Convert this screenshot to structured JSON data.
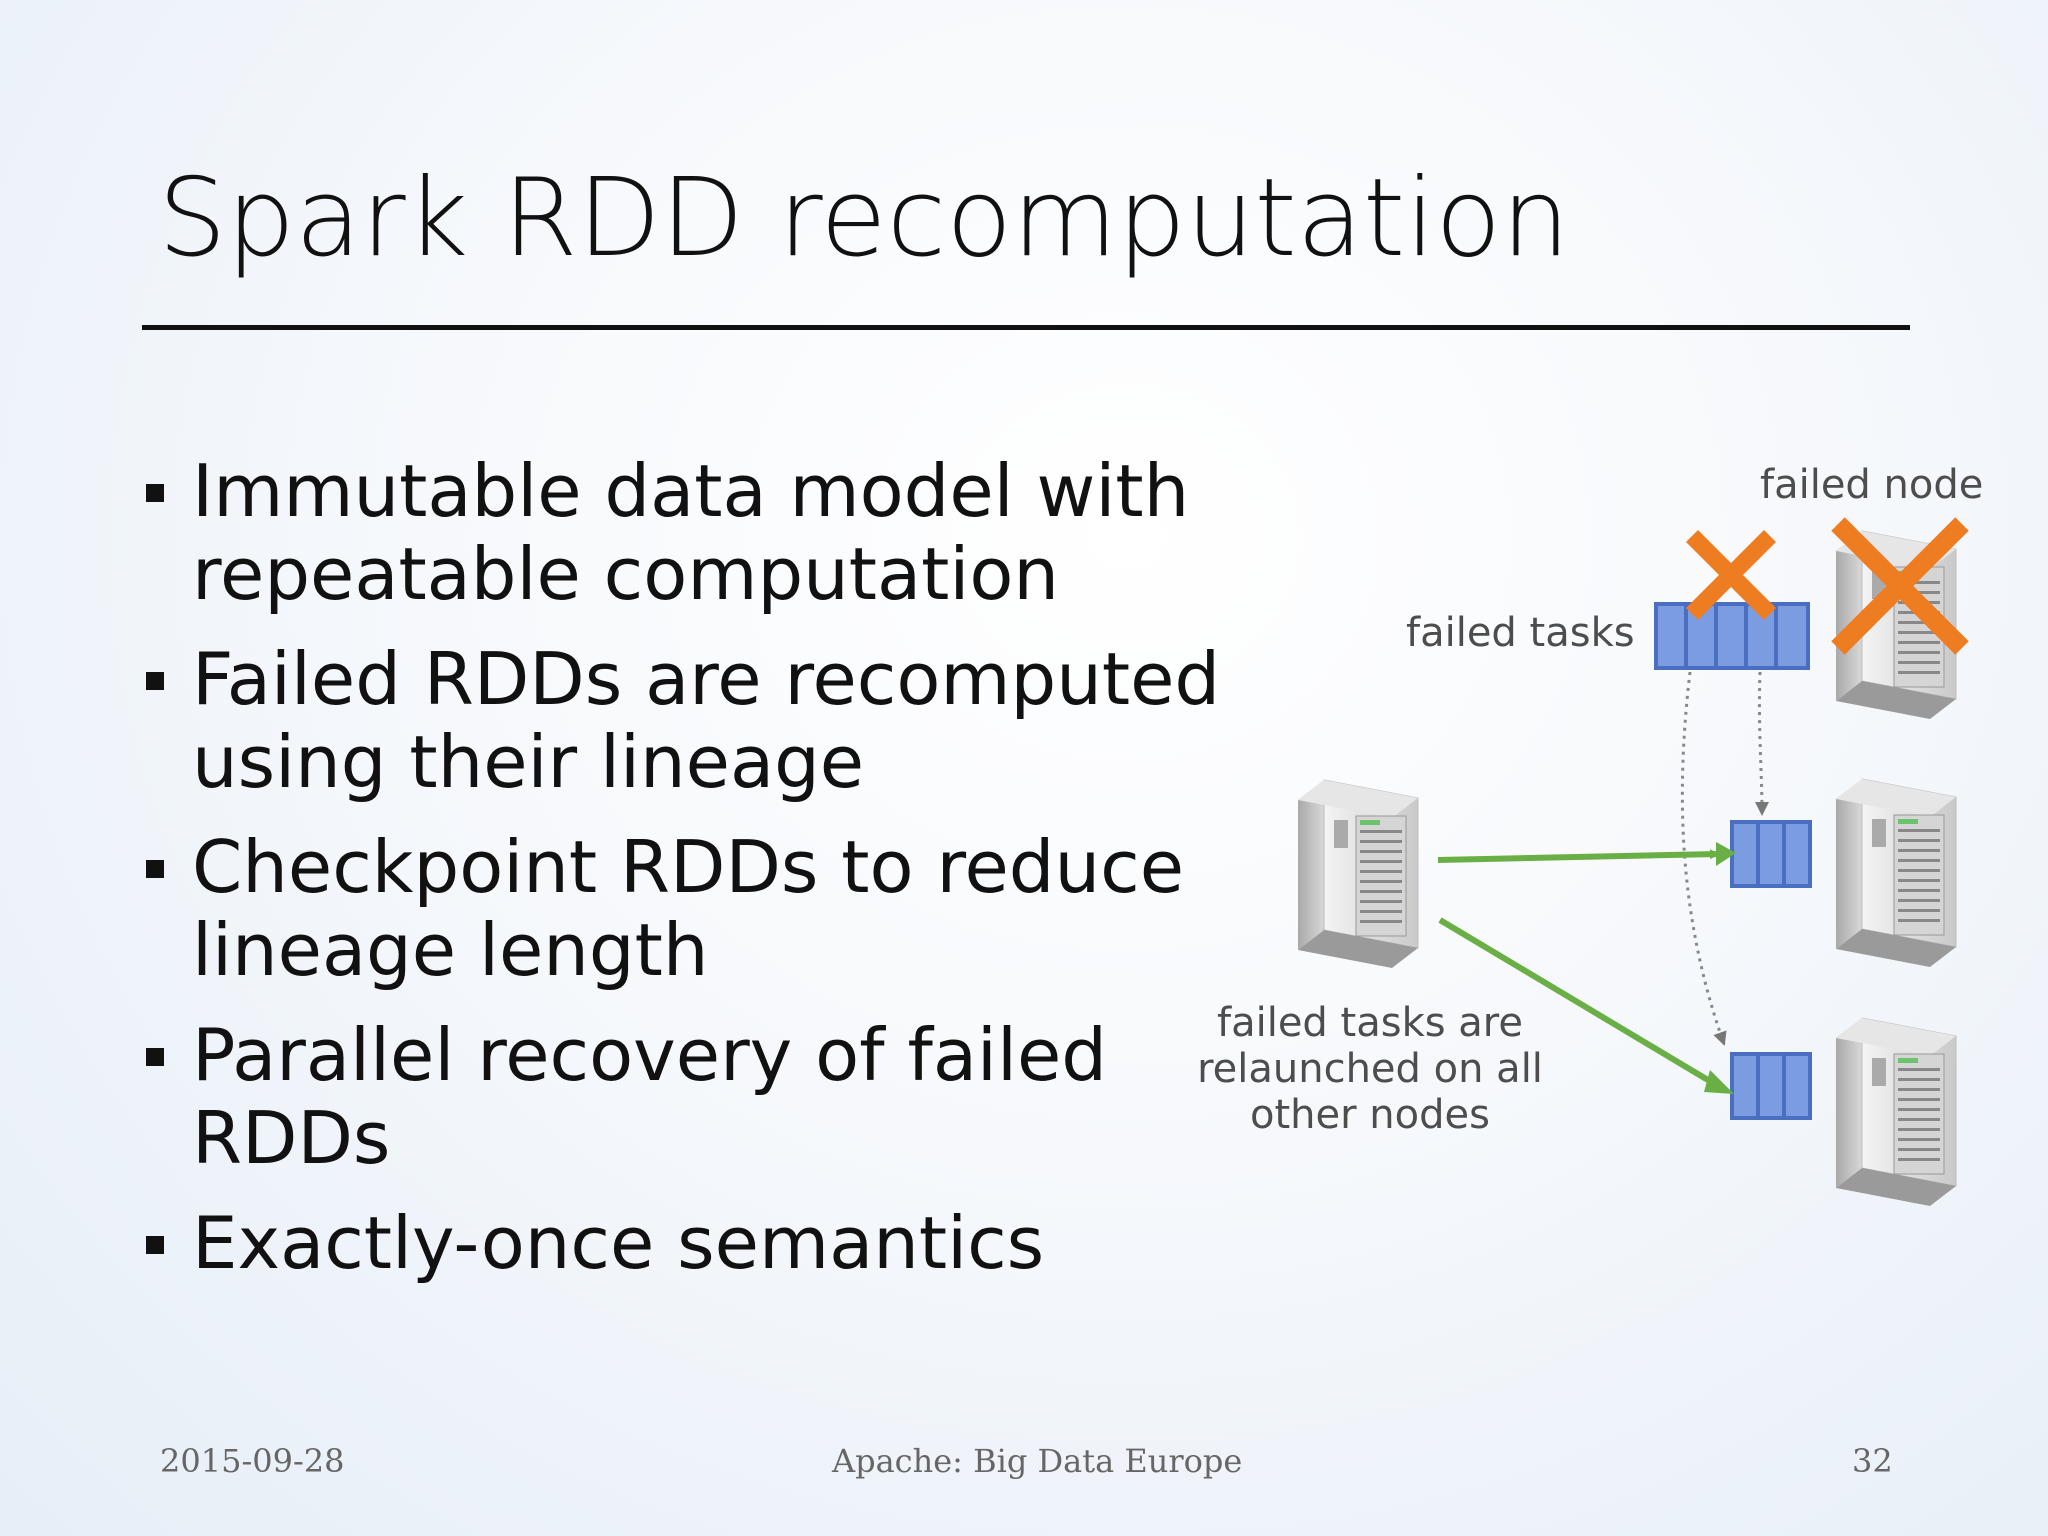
{
  "slide": {
    "title": "Spark RDD recomputation",
    "bullets": [
      "Immutable data model with repeatable computation",
      "Failed RDDs are recomputed using their lineage",
      "Checkpoint RDDs to reduce lineage length",
      "Parallel recovery of failed RDDs",
      "Exactly-once semantics"
    ],
    "diagram": {
      "failed_node_label": "failed node",
      "failed_tasks_label": "failed tasks",
      "relaunch_label_line1": "failed tasks are",
      "relaunch_label_line2": "relaunched on all",
      "relaunch_label_line3": "other nodes",
      "colors": {
        "x_mark": "#ee7d22",
        "arrow_green": "#6aae46",
        "task_block": "#7b9ce0",
        "task_border": "#4a6fc0"
      }
    },
    "footer": {
      "date": "2015-09-28",
      "event": "Apache: Big Data Europe",
      "page_number": "32"
    }
  }
}
